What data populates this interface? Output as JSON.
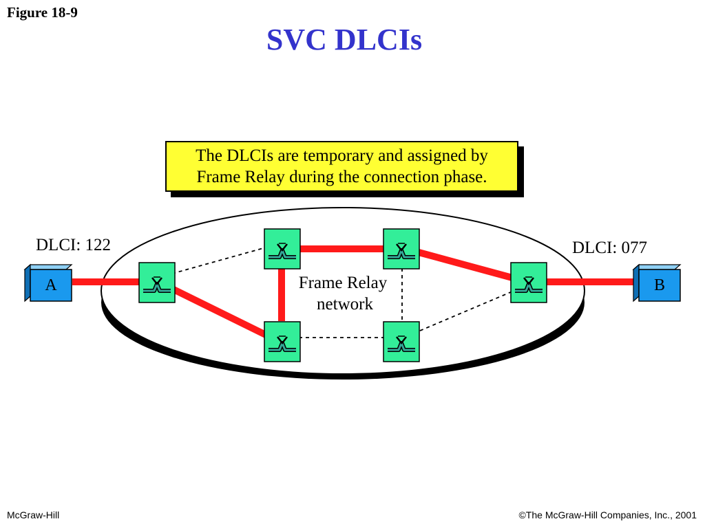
{
  "figure_label": "Figure 18-9",
  "title": "SVC DLCIs",
  "note": {
    "line1": "The DLCIs are temporary and assigned by",
    "line2": "Frame Relay during the connection phase."
  },
  "network_label": {
    "line1": "Frame Relay",
    "line2": "network"
  },
  "endpoint_a": {
    "label": "A",
    "dlci_label": "DLCI: 122"
  },
  "endpoint_b": {
    "label": "B",
    "dlci_label": "DLCI: 077"
  },
  "footer": {
    "left": "McGraw-Hill",
    "right": "©The McGraw-Hill Companies, Inc., 2001"
  },
  "colors": {
    "title": "#3333cc",
    "note_bg": "#ffff33",
    "active_link": "#ff1a1a",
    "switch": "#33ee99",
    "endpoint": "#1a99ee"
  }
}
